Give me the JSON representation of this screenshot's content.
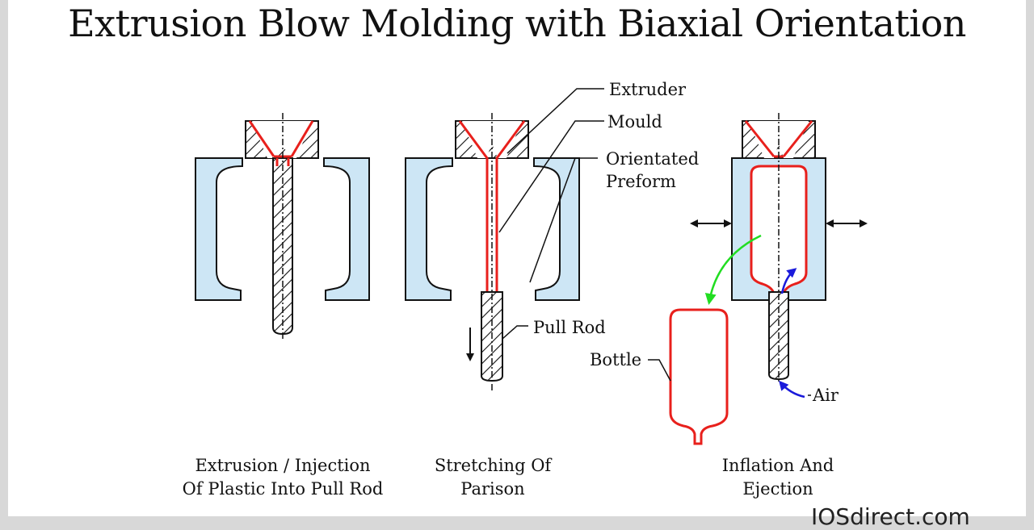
{
  "title": "Extrusion Blow Molding with Biaxial Orientation",
  "labels": {
    "extruder": "Extruder",
    "mould": "Mould",
    "orientated_1": "Orientated",
    "orientated_2": "Preform",
    "pull_rod": "Pull Rod",
    "bottle": "Bottle",
    "air": "Air"
  },
  "captions": {
    "step1_line1": "Extrusion / Injection",
    "step1_line2": "Of Plastic Into Pull Rod",
    "step2_line1": "Stretching Of",
    "step2_line2": "Parison",
    "step3_line1": "Inflation And",
    "step3_line2": "Ejection"
  },
  "footer": "IOSdirect.com",
  "colors": {
    "mould_fill": "#cde6f5",
    "plastic": "#e8201c",
    "air_arrow": "#1a1adb",
    "eject_arrow": "#22dd22"
  }
}
